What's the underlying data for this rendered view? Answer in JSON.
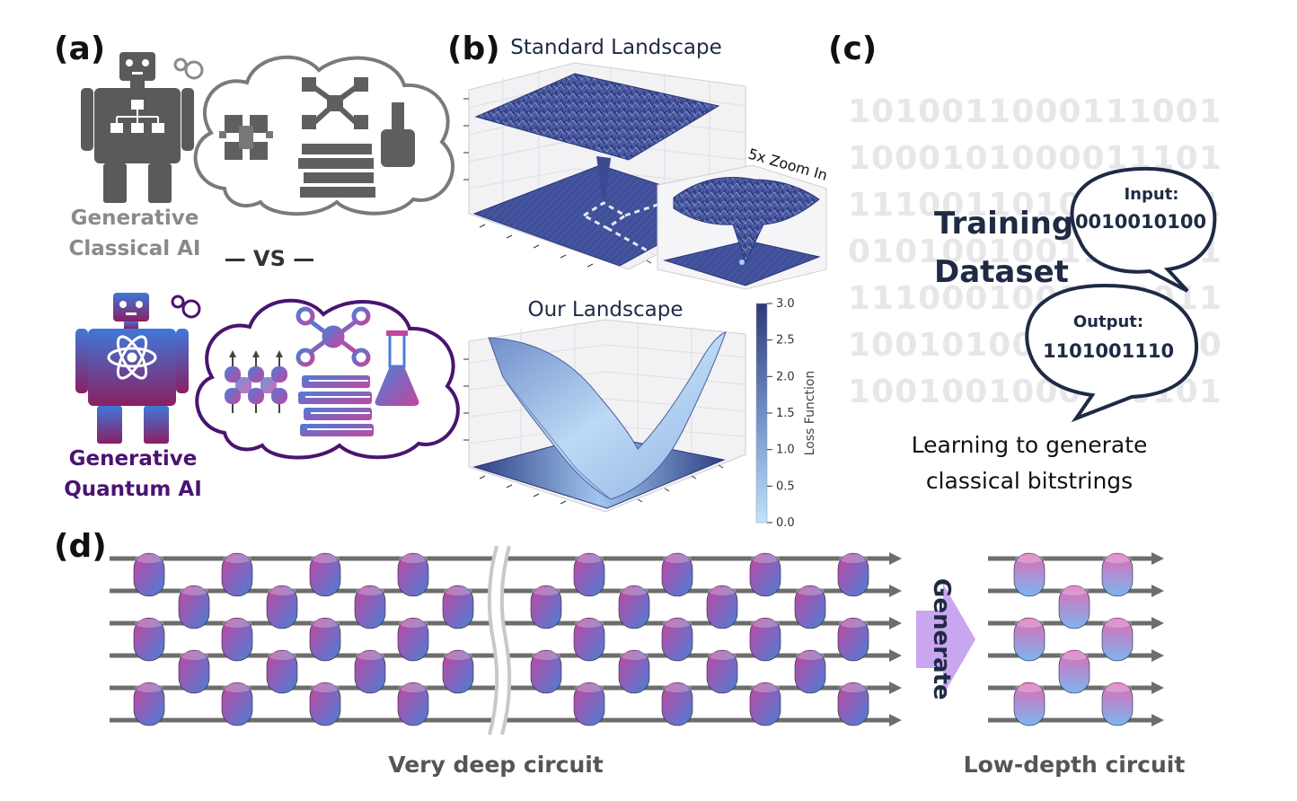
{
  "panels": {
    "a": {
      "label": "(a)",
      "classical": {
        "line1": "Generative",
        "line2": "Classical AI"
      },
      "versus": "— VS —",
      "quantum": {
        "line1": "Generative",
        "line2": "Quantum AI"
      },
      "icons": [
        "robot-icon",
        "thought-cloud-icon",
        "molecule-icon",
        "books-icon",
        "flask-icon",
        "qubit-chain-icon",
        "atom-icon"
      ]
    },
    "b": {
      "label": "(b)",
      "standard_title": "Standard Landscape",
      "zoom_label": "5x Zoom In",
      "our_title": "Our Landscape",
      "colorbar": {
        "label": "Loss Function",
        "ticks": [
          "3.0",
          "2.5",
          "2.0",
          "1.5",
          "1.0",
          "0.5",
          "0.0"
        ],
        "color_high": "#2e3a78",
        "color_low": "#bfe3fb"
      }
    },
    "c": {
      "label": "(c)",
      "bitstrings": [
        "1010011000111001",
        "1000101000011101",
        "1110011010110011",
        "0101001001101001",
        "1110001001010011",
        "1001010011110100",
        "1001001000110101"
      ],
      "training_line1": "Training",
      "training_line2": "Dataset",
      "input_head": "Input:",
      "input_value": "0010010100",
      "output_head": "Output:",
      "output_value": "1101001110",
      "caption_line1": "Learning to generate",
      "caption_line2": "classical bitstrings"
    },
    "d": {
      "label": "(d)",
      "deep_caption": "Very deep circuit",
      "arrow_text": "Generate",
      "shallow_caption": "Low-depth circuit"
    }
  },
  "colors": {
    "navy": "#1f2a44",
    "gate_pink": "#c2469f",
    "gate_blue": "#4a7fd6",
    "wire": "#6d6d6d",
    "arrow_fill": "#c9a6f0"
  }
}
